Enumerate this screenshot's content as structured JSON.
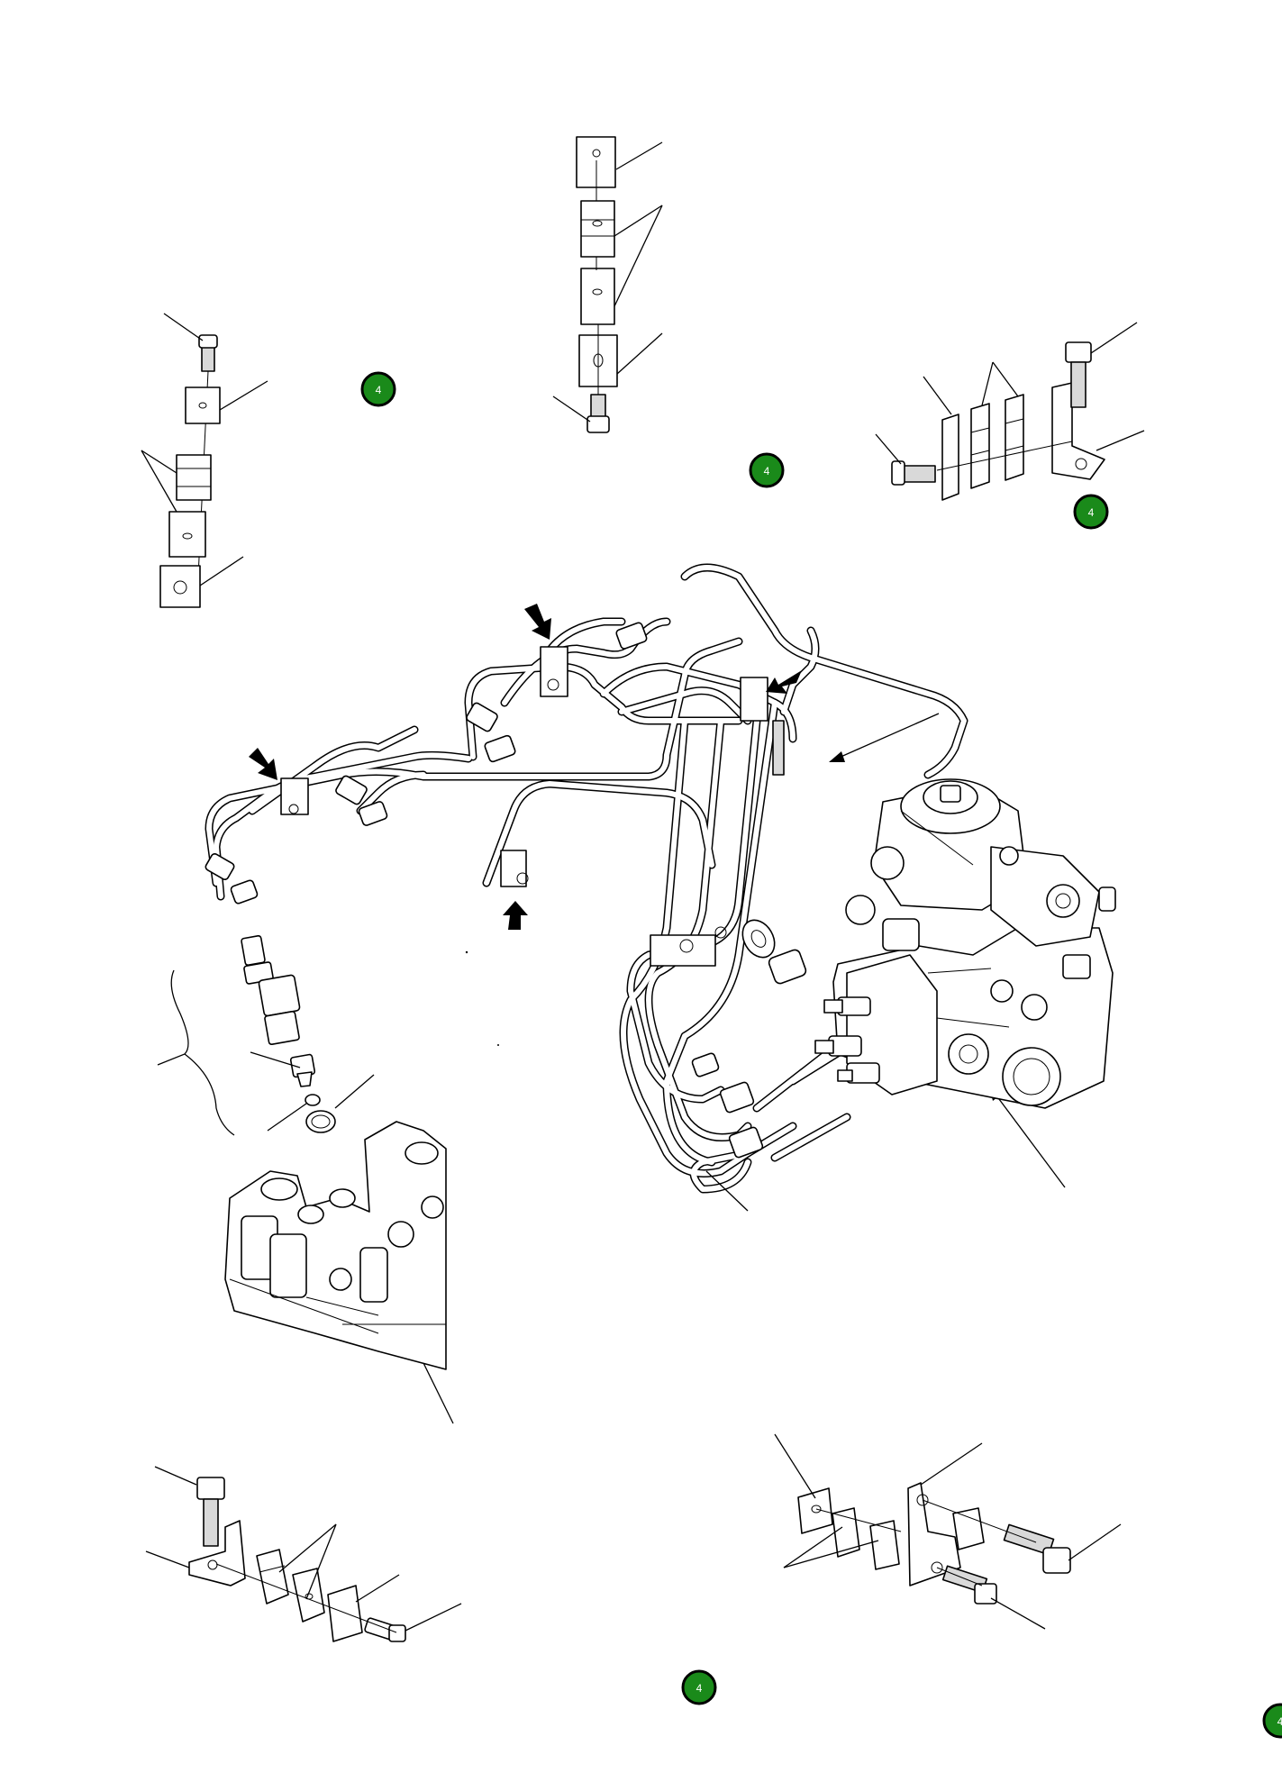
{
  "badges": [
    {
      "label": "4"
    },
    {
      "label": "4"
    },
    {
      "label": "4"
    },
    {
      "label": "4"
    },
    {
      "label": "4"
    }
  ]
}
